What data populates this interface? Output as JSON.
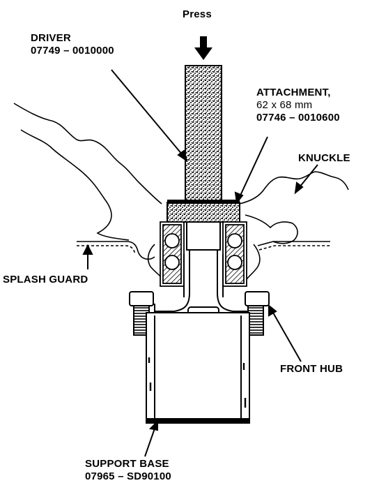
{
  "labels": {
    "press": "Press",
    "driver": {
      "name": "DRIVER",
      "part": "07749 – 0010000"
    },
    "attachment": {
      "name": "ATTACHMENT,",
      "size": "62 x 68 mm",
      "part": "07746 – 0010600"
    },
    "knuckle": "KNUCKLE",
    "splash_guard": "SPLASH GUARD",
    "front_hub": "FRONT HUB",
    "support_base": {
      "name": "SUPPORT BASE",
      "part": "07965 – SD90100"
    }
  },
  "colors": {
    "ink": "#000000",
    "paper": "#ffffff"
  }
}
